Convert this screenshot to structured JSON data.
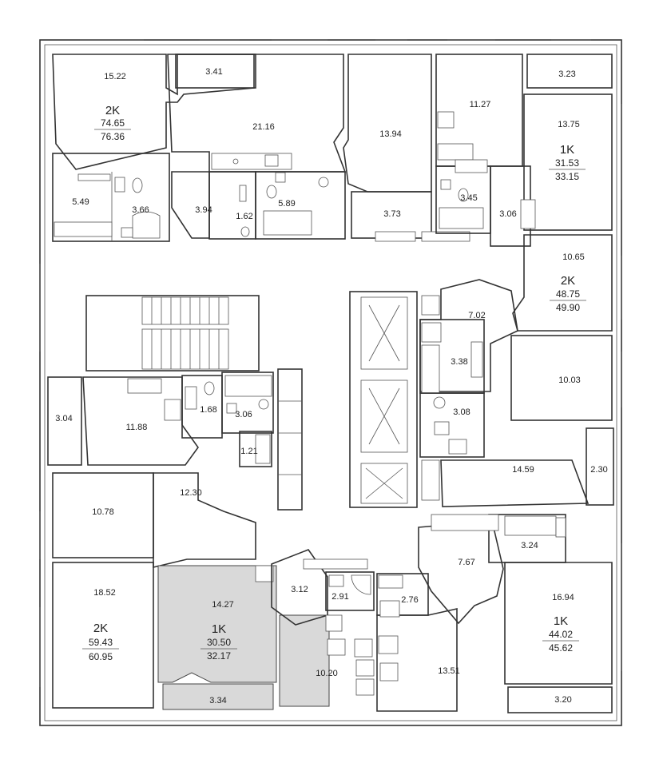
{
  "apartments": [
    {
      "id": "nw",
      "type": "2K",
      "area_living": "74.65",
      "area_total": "76.36",
      "highlighted": false
    },
    {
      "id": "ne",
      "type": "1K",
      "area_living": "31.53",
      "area_total": "33.15",
      "highlighted": false
    },
    {
      "id": "e",
      "type": "2K",
      "area_living": "48.75",
      "area_total": "49.90",
      "highlighted": false
    },
    {
      "id": "sw",
      "type": "2K",
      "area_living": "59.43",
      "area_total": "60.95",
      "highlighted": false
    },
    {
      "id": "s",
      "type": "1K",
      "area_living": "30.50",
      "area_total": "32.17",
      "highlighted": true
    },
    {
      "id": "se",
      "type": "1K",
      "area_living": "44.02",
      "area_total": "45.62",
      "highlighted": false
    }
  ],
  "rooms": [
    "15.22",
    "3.41",
    "21.16",
    "13.94",
    "11.27",
    "3.23",
    "13.75",
    "5.49",
    "3.66",
    "3.94",
    "1.62",
    "5.89",
    "3.73",
    "3.45",
    "3.06",
    "10.65",
    "7.02",
    "3.38",
    "10.03",
    "3.08",
    "3.04",
    "11.88",
    "1.68",
    "3.06",
    "1.21",
    "12.30",
    "14.59",
    "2.30",
    "10.78",
    "7.67",
    "3.24",
    "18.52",
    "14.27",
    "3.12",
    "2.91",
    "2.76",
    "16.94",
    "10.20",
    "13.51",
    "3.34",
    "3.20"
  ],
  "colors": {
    "wall": "#333333",
    "highlight": "#d9d9d9",
    "background": "#ffffff"
  }
}
